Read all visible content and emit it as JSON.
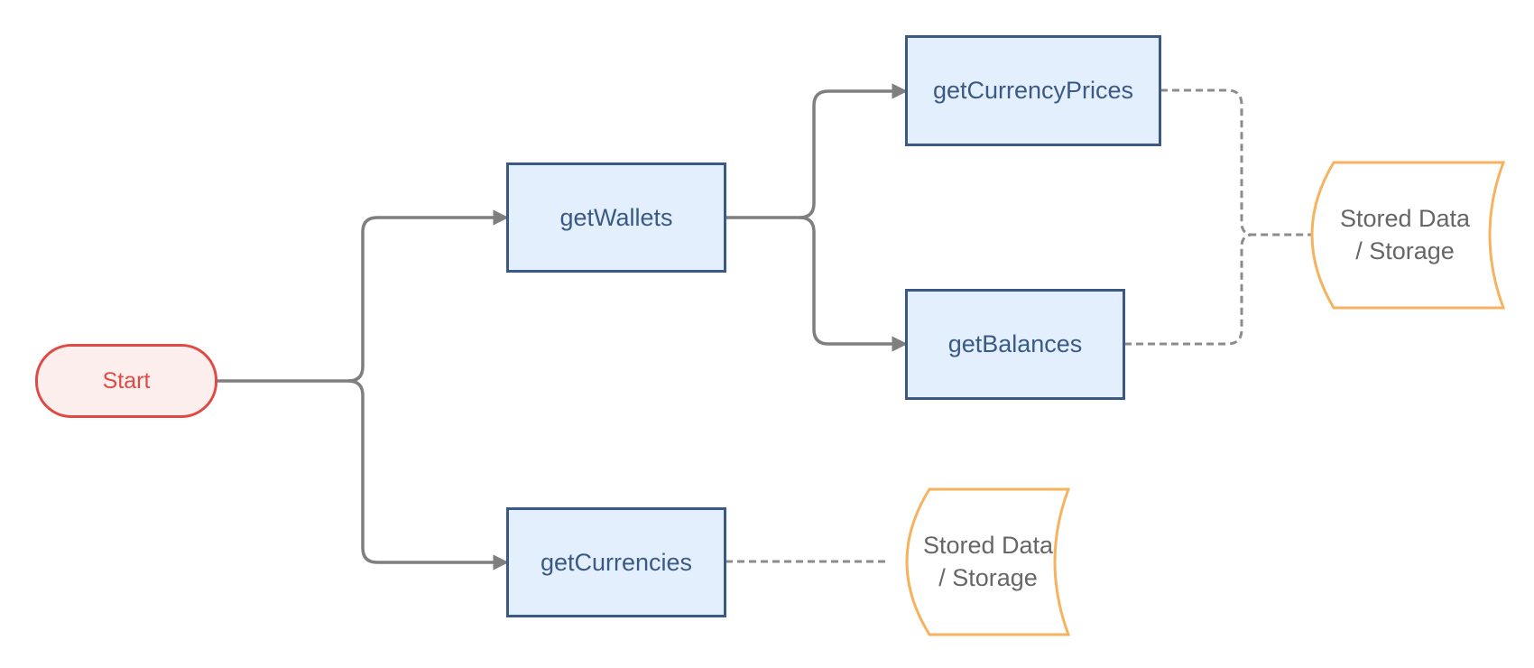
{
  "diagram": {
    "start": {
      "label": "Start"
    },
    "get_wallets": {
      "label": "getWallets"
    },
    "get_currencies": {
      "label": "getCurrencies"
    },
    "get_currency_prices": {
      "label": "getCurrencyPrices"
    },
    "get_balances": {
      "label": "getBalances"
    },
    "storage_top": {
      "line1": "Stored Data",
      "line2": "/ Storage"
    },
    "storage_bottom": {
      "line1": "Stored Data",
      "line2": "/ Storage"
    }
  },
  "colors": {
    "connector": "#7f7f7f",
    "dashed_connector": "#8c8c8c",
    "terminal_border": "#e04a44",
    "terminal_fill": "#fdeeee",
    "process_border": "#3a5a85",
    "process_fill": "#e3effd",
    "storage_border": "#f6b25e"
  }
}
